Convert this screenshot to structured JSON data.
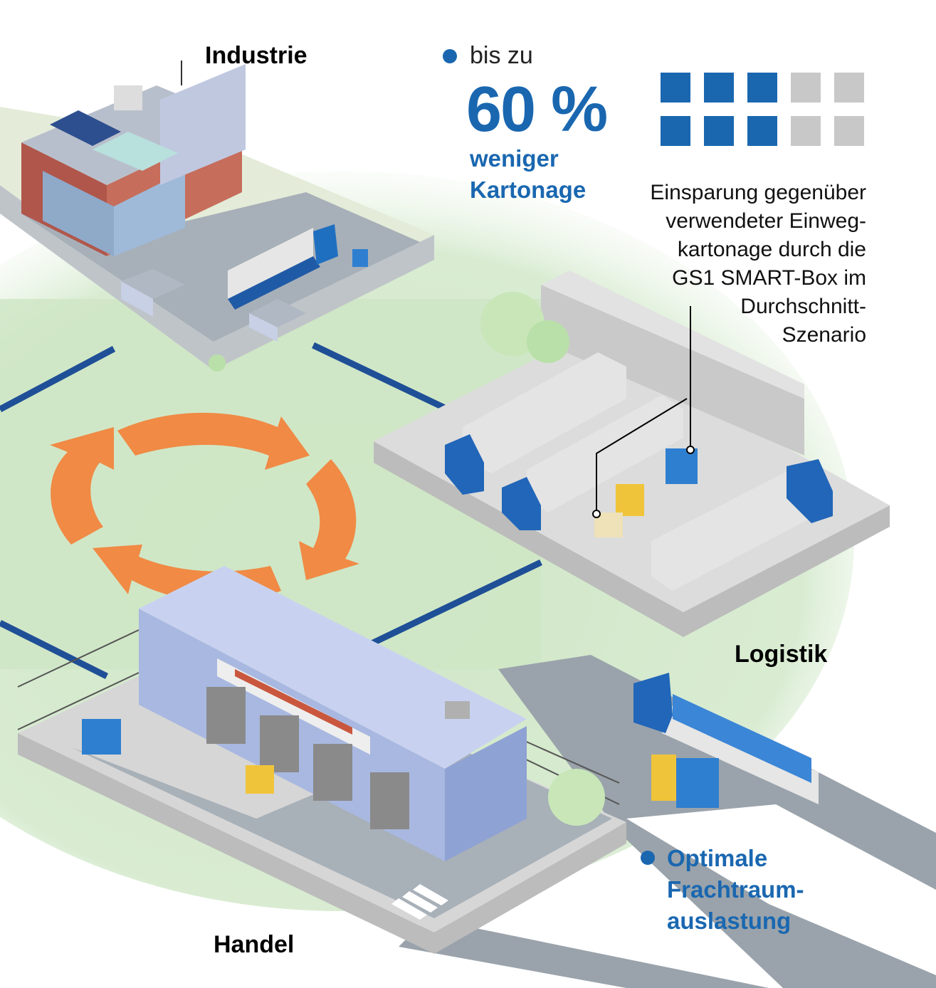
{
  "labels": {
    "industrie": "Industrie",
    "logistik": "Logistik",
    "handel": "Handel"
  },
  "stat": {
    "prefix": "bis zu",
    "value": "60 %",
    "line1": "weniger",
    "line2": "Kartonage",
    "filled_squares": 6,
    "total_squares": 10,
    "description_lines": [
      "Einsparung gegenüber",
      "verwendeter Einweg-",
      "kartonage durch die",
      "GS1 SMART-Box im",
      "Durchschnitt-",
      "Szenario"
    ]
  },
  "benefit": {
    "lines": [
      "Optimale",
      "Frachtraum-",
      "auslastung"
    ]
  },
  "colors": {
    "accent_blue": "#1a67b0",
    "grey_square": "#c8c8c8",
    "arrow_orange": "#f08a45",
    "ground_green": "#cfe6c6",
    "road_grey": "#9aa3ab",
    "platform_grey": "#d6d6d6"
  }
}
